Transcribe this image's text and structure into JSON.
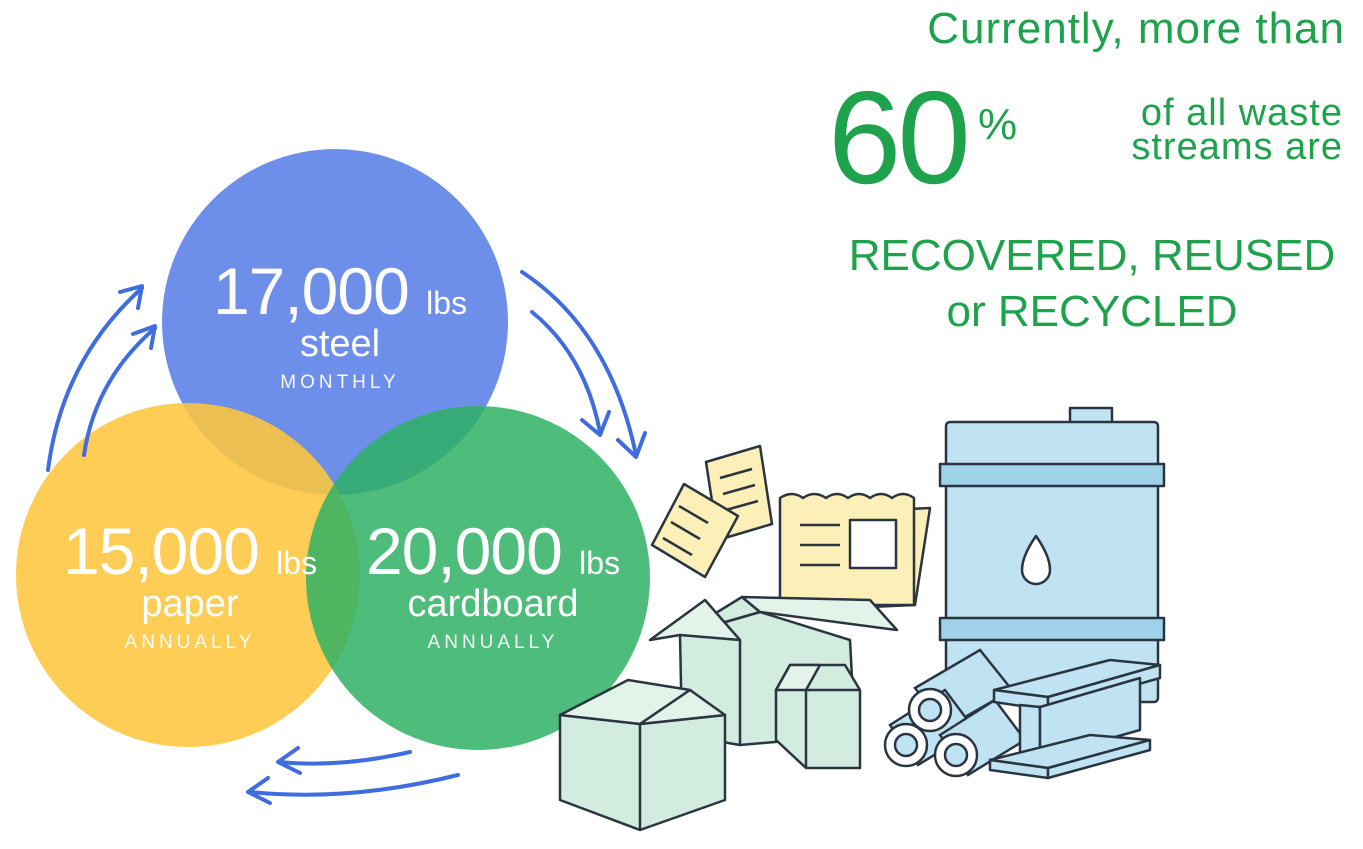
{
  "headline": {
    "intro": "Currently, more than",
    "percent_value": "60",
    "percent_sign": "%",
    "percent_text_line1": "of all waste",
    "percent_text_line2": "streams are",
    "closing_line1": "RECOVERED, REUSED",
    "closing_line2": "or RECYCLED"
  },
  "circles": {
    "steel": {
      "amount": "17,000",
      "unit": "lbs",
      "material": "steel",
      "period": "MONTHLY",
      "color": "#5d83e8"
    },
    "paper": {
      "amount": "15,000",
      "unit": "lbs",
      "material": "paper",
      "period": "ANNUALLY",
      "color": "#fec63e"
    },
    "cardboard": {
      "amount": "20,000",
      "unit": "lbs",
      "material": "cardboard",
      "period": "ANNUALLY",
      "color": "#3dbb73"
    }
  },
  "colors": {
    "accent_green": "#1ea24c",
    "arrow_blue": "#3f6de0",
    "illustration_outline": "#2a3540",
    "box_green": "#d3ece0",
    "paper_yellow": "#fcefb7",
    "barrel_blue": "#bfe3f3"
  },
  "icons": [
    "cycle-arrow-icon",
    "paper-sheet-icon",
    "newspaper-icon",
    "cardboard-box-icon",
    "milk-carton-icon",
    "oil-barrel-icon",
    "oil-drop-icon",
    "steel-pipe-icon",
    "steel-beam-icon"
  ]
}
